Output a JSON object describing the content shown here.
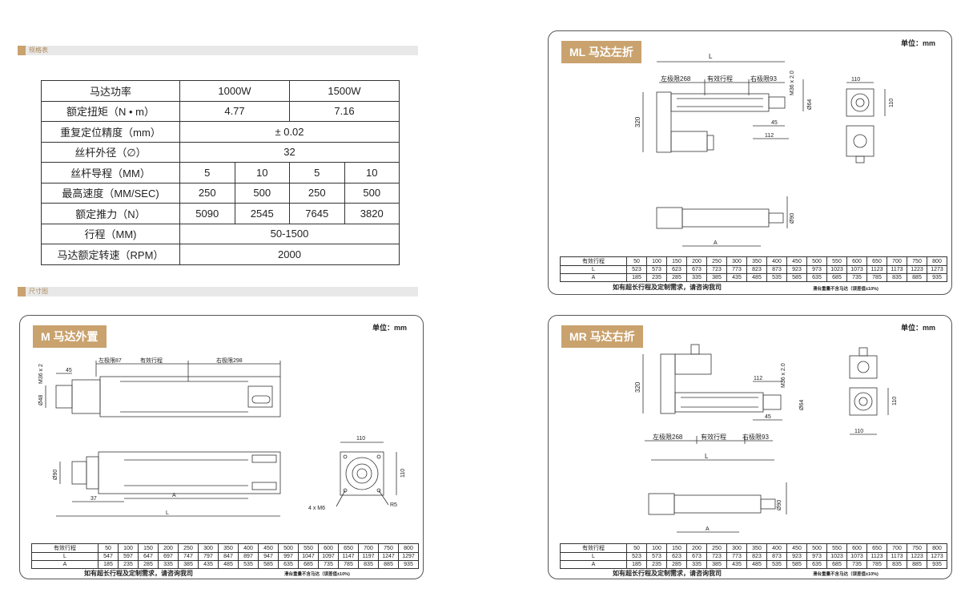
{
  "sections": {
    "spec": "规格表",
    "dims": "尺寸图"
  },
  "spec_table": {
    "rows": [
      {
        "label": "马达功率",
        "cells": [
          {
            "text": "1000W",
            "span": 2
          },
          {
            "text": "1500W",
            "span": 2
          }
        ]
      },
      {
        "label": "额定扭矩（N • m）",
        "cells": [
          {
            "text": "4.77",
            "span": 2
          },
          {
            "text": "7.16",
            "span": 2
          }
        ]
      },
      {
        "label": "重复定位精度（mm）",
        "cells": [
          {
            "text": "± 0.02",
            "span": 4
          }
        ]
      },
      {
        "label": "丝杆外径（∅）",
        "cells": [
          {
            "text": "32",
            "span": 4
          }
        ]
      },
      {
        "label": "丝杆导程（MM）",
        "cells": [
          {
            "text": "5",
            "span": 1
          },
          {
            "text": "10",
            "span": 1
          },
          {
            "text": "5",
            "span": 1
          },
          {
            "text": "10",
            "span": 1
          }
        ]
      },
      {
        "label": "最高速度（MM/SEC)",
        "cells": [
          {
            "text": "250",
            "span": 1
          },
          {
            "text": "500",
            "span": 1
          },
          {
            "text": "250",
            "span": 1
          },
          {
            "text": "500",
            "span": 1
          }
        ]
      },
      {
        "label": "额定推力（N）",
        "cells": [
          {
            "text": "5090",
            "span": 1
          },
          {
            "text": "2545",
            "span": 1
          },
          {
            "text": "7645",
            "span": 1
          },
          {
            "text": "3820",
            "span": 1
          }
        ]
      },
      {
        "label": "行程（MM)",
        "cells": [
          {
            "text": "50-1500",
            "span": 4
          }
        ]
      },
      {
        "label": "马达额定转速（RPM）",
        "cells": [
          {
            "text": "2000",
            "span": 4
          }
        ]
      }
    ]
  },
  "common": {
    "unit": "单位：mm",
    "note": "如有超长行程及定制需求，请咨询我司",
    "note2": "滑台重量不含马达（误差值±10%)",
    "stroke_header": "有效行程",
    "l_header": "L",
    "a_header": "A",
    "strokes": [
      "50",
      "100",
      "150",
      "200",
      "250",
      "300",
      "350",
      "400",
      "450",
      "500",
      "550",
      "600",
      "650",
      "700",
      "750",
      "800"
    ],
    "a_values": [
      "185",
      "235",
      "285",
      "335",
      "385",
      "435",
      "485",
      "535",
      "585",
      "635",
      "685",
      "735",
      "785",
      "835",
      "885",
      "935"
    ]
  },
  "panels": {
    "m": {
      "title": "M 马达外置",
      "l_values": [
        "547",
        "597",
        "647",
        "697",
        "747",
        "797",
        "847",
        "897",
        "947",
        "997",
        "1047",
        "1097",
        "1147",
        "1197",
        "1247",
        "1297"
      ],
      "labels": {
        "left_limit": "左极限87",
        "stroke": "有效行程",
        "right_limit": "右极限298",
        "d45": "45",
        "m36": "M36 x 2",
        "d48": "Ø48",
        "d90": "Ø90",
        "d37": "37",
        "a": "A",
        "l": "L",
        "d110a": "110",
        "d110b": "110",
        "m6": "4 x M6",
        "r5": "R5"
      }
    },
    "ml": {
      "title": "ML 马达左折",
      "l_values": [
        "523",
        "573",
        "623",
        "673",
        "723",
        "773",
        "823",
        "873",
        "923",
        "973",
        "1023",
        "1073",
        "1123",
        "1173",
        "1223",
        "1273"
      ],
      "labels": {
        "l": "L",
        "left_limit": "左极限268",
        "stroke": "有效行程",
        "right_limit": "右极限93",
        "m36": "M36 x 2.0",
        "d64": "Ø64",
        "d45": "45",
        "d112": "112",
        "d320": "320",
        "d110a": "110",
        "d110b": "110",
        "d90": "Ø90",
        "a": "A"
      }
    },
    "mr": {
      "title": "MR 马达右折",
      "l_values": [
        "523",
        "573",
        "623",
        "673",
        "723",
        "773",
        "823",
        "873",
        "923",
        "973",
        "1023",
        "1073",
        "1123",
        "1173",
        "1223",
        "1273"
      ],
      "labels": {
        "d320": "320",
        "d112": "112",
        "m36": "M36 x 2.0",
        "d64": "Ø64",
        "d45": "45",
        "left_limit": "左极限268",
        "stroke": "有效行程",
        "right_limit": "右极限93",
        "l": "L",
        "d90": "Ø90",
        "a": "A",
        "d110a": "110",
        "d110b": "110"
      }
    }
  }
}
